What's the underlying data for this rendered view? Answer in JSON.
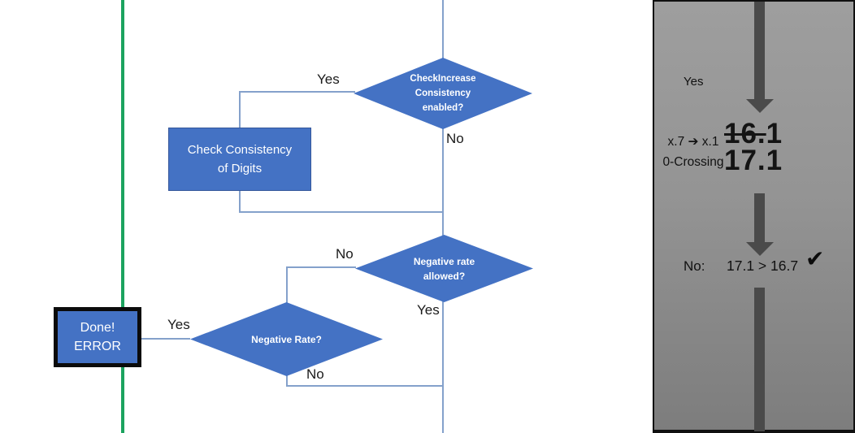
{
  "colors": {
    "shape_fill": "#4472c4",
    "shape_border": "#35579a",
    "connector_blue": "#84a1cb",
    "green_line": "#1ca35f",
    "panel_arrow_gray": "#4a4a4a",
    "panel_bg_top": "#9e9e9e",
    "panel_bg_bottom": "#7d7d7d"
  },
  "flowchart": {
    "decision_check_increase": {
      "label": "CheckIncrease\nConsistency\nenabled?",
      "yes_label": "Yes",
      "no_label": "No"
    },
    "process_check_consistency": {
      "label": "Check Consistency\nof Digits"
    },
    "decision_negative_rate_allowed": {
      "label": "Negative rate\nallowed?",
      "no_label": "No",
      "yes_label": "Yes"
    },
    "decision_negative_rate": {
      "label": "Negative Rate?",
      "yes_label": "Yes",
      "no_label": "No"
    },
    "terminal_done_error": {
      "label": "Done!\nERROR"
    }
  },
  "panel": {
    "yes_label": "Yes",
    "rule_note": "x.7 ➔ x.1\n0-Crossing",
    "old_value_struck": "16.",
    "old_value_rest": "1",
    "new_value": "17.1",
    "result_prefix": "No:",
    "comparison": "17.1 > 16.7",
    "checkmark": "✔"
  }
}
